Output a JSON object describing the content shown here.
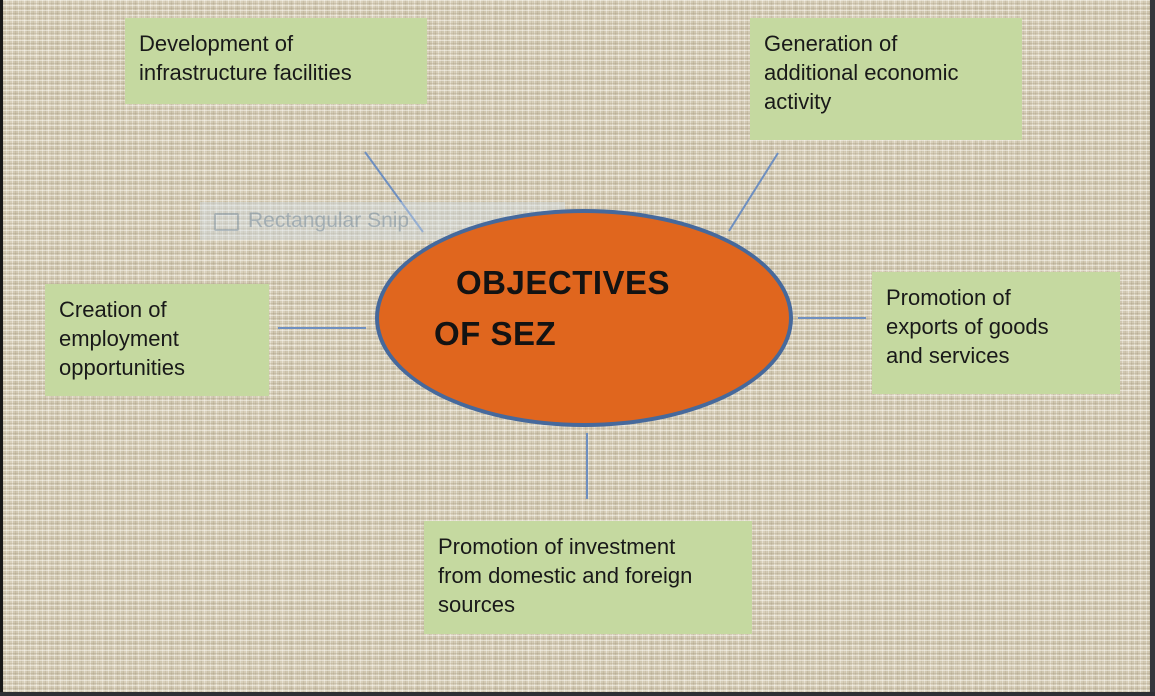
{
  "diagram": {
    "center": {
      "title": "OBJECTIVES\nOF SEZ",
      "fill": "#e0661e",
      "border": "#46699c"
    },
    "nodes": [
      {
        "id": "top-left",
        "text": "Development of\ninfrastructure facilities"
      },
      {
        "id": "top-right",
        "text": "Generation of\nadditional economic\nactivity"
      },
      {
        "id": "left",
        "text": "Creation of\nemployment\nopportunities"
      },
      {
        "id": "right",
        "text": "Promotion of\nexports of goods\nand services"
      },
      {
        "id": "bottom",
        "text": "Promotion of investment\nfrom domestic and foreign\nsources"
      }
    ],
    "node_fill": "#c5d9a0",
    "connector_color": "#6e8fc0"
  },
  "overlay": {
    "snip_label": "Rectangular Snip"
  }
}
